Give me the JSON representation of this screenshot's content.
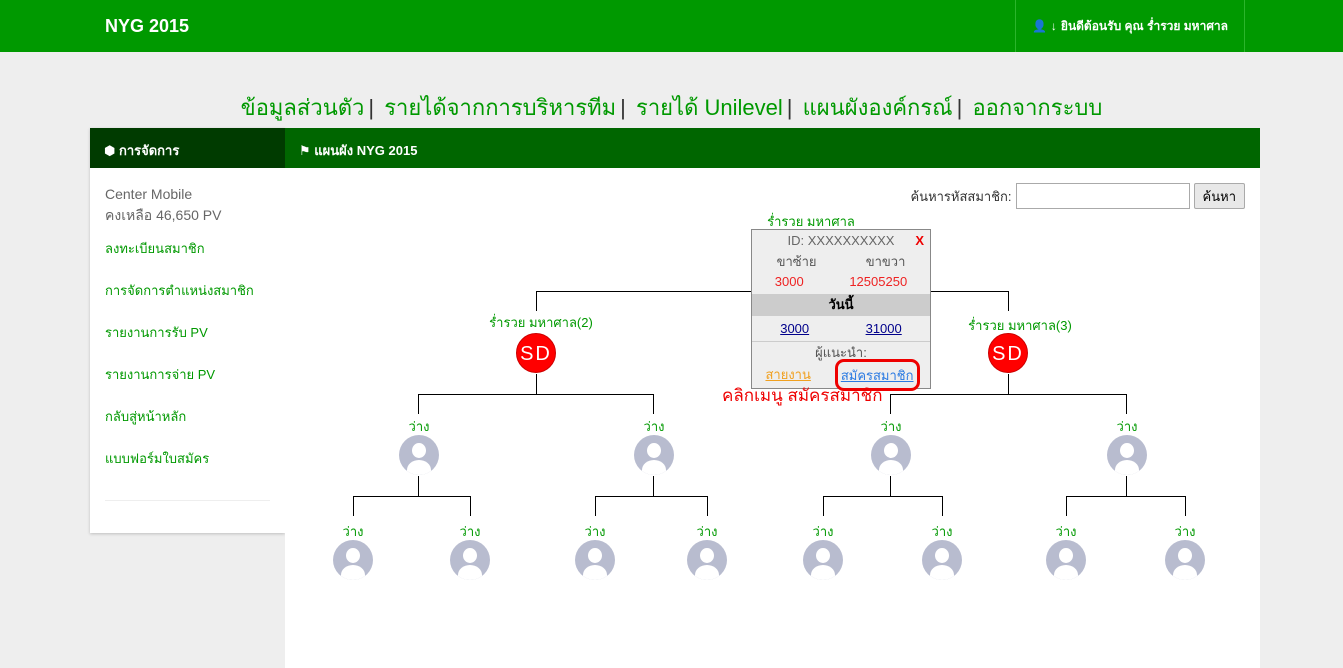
{
  "header": {
    "brand": "NYG 2015",
    "welcome": "ยินดีต้อนรับ คุณ ร่ำรวย มหาศาล"
  },
  "nav": [
    "ข้อมูลส่วนตัว",
    "รายได้จากการบริหารทีม",
    "รายได้ Unilevel",
    "แผนผังองค์กรณ์",
    "ออกจากระบบ"
  ],
  "sidebar": {
    "title": "การจัดการ",
    "name": "Center Mobile",
    "balance": "คงเหลือ 46,650 PV",
    "links": [
      "ลงทะเบียนสมาชิก",
      "การจัดการตำแหน่งสมาชิก",
      "รายงานการรับ PV",
      "รายงานการจ่าย PV",
      "กลับสู่หน้าหลัก",
      "แบบฟอร์มใบสมัคร"
    ]
  },
  "content": {
    "title": "แผนผัง NYG 2015",
    "search_label": "ค้นหารหัสสมาชิก:",
    "search_value": "",
    "search_button": "ค้นหา"
  },
  "tree": {
    "root": {
      "name": "ร่ำรวย มหาศาล",
      "id": "ID: XXXXXXXXXX",
      "close": "X",
      "left_label": "ขาซ้าย",
      "right_label": "ขาขวา",
      "left_value": "3000",
      "right_value": "12505250",
      "today_label": "วันนี้",
      "today_left": "3000",
      "today_right": "31000",
      "sponsor_label": "ผู้แนะนำ:",
      "line_link": "สายงาน",
      "register_link": "สมัครสมาชิก"
    },
    "level1": [
      {
        "name": "ร่ำรวย มหาศาล(2)",
        "badge": "SD"
      },
      {
        "name": "ร่ำรวย มหาศาล(3)",
        "badge": "SD"
      }
    ],
    "empty_label": "ว่าง",
    "callout": "คลิกเมนู สมัครสมาชิก"
  },
  "colors": {
    "topbar": "#009900",
    "accent": "#009900",
    "sd": "#ff0000"
  }
}
